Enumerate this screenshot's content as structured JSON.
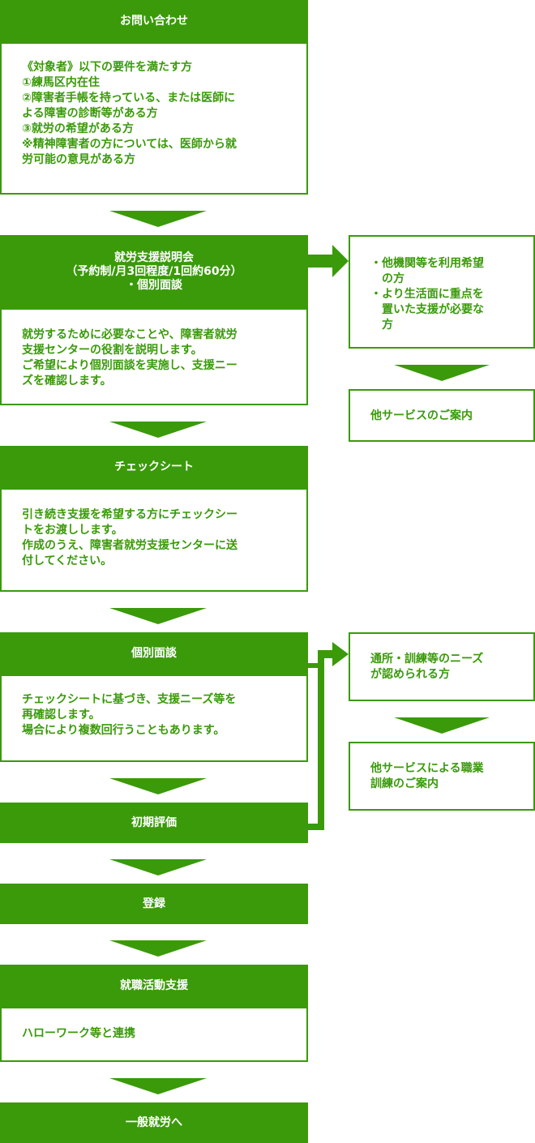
{
  "steps": {
    "inquiry": {
      "title": "お問い合わせ",
      "body": [
        "《対象者》以下の要件を満たす方",
        "①練馬区内在住",
        "②障害者手帳を持っている、または医師に",
        "よる障害の診断等がある方",
        "③就労の希望がある方",
        "※精神障害者の方については、医師から就",
        "労可能の意見がある方"
      ]
    },
    "briefing": {
      "title": [
        "就労支援説明会",
        "（予約制/月3回程度/1回約60分）",
        "・個別面談"
      ],
      "body": [
        "就労するために必要なことや、障害者就労",
        "支援センターの役割を説明します。",
        "ご希望により個別面談を実施し、支援ニー",
        "ズを確認します。"
      ]
    },
    "checksheet": {
      "title": "チェックシート",
      "body": [
        "引き続き支援を希望する方にチェックシー",
        "トをお渡しします。",
        "作成のうえ、障害者就労支援センターに送",
        "付してください。"
      ]
    },
    "interview": {
      "title": "個別面談",
      "body": [
        "チェックシートに基づき、支援ニーズ等を",
        "再確認します。",
        "場合により複数回行うこともあります。"
      ]
    },
    "evaluation": {
      "title": "初期評価"
    },
    "registration": {
      "title": "登録"
    },
    "job_support": {
      "title": "就職活動支援",
      "body": [
        "ハローワーク等と連携"
      ]
    },
    "final": {
      "title": "一般就労へ"
    }
  },
  "side": {
    "other_org": [
      "他機関等を利用希望",
      "の方",
      "より生活面に重点を",
      "置いた支援が必要な",
      "方"
    ],
    "other_service": "他サービスのご案内",
    "training_need": [
      "通所・訓練等のニーズ",
      "が認められる方"
    ],
    "training_service": [
      "他サービスによる職業",
      "訓練のご案内"
    ]
  },
  "colors": {
    "accent": "#3a9a0a",
    "text_on_accent": "#ffffff",
    "background": "#ffffff"
  }
}
